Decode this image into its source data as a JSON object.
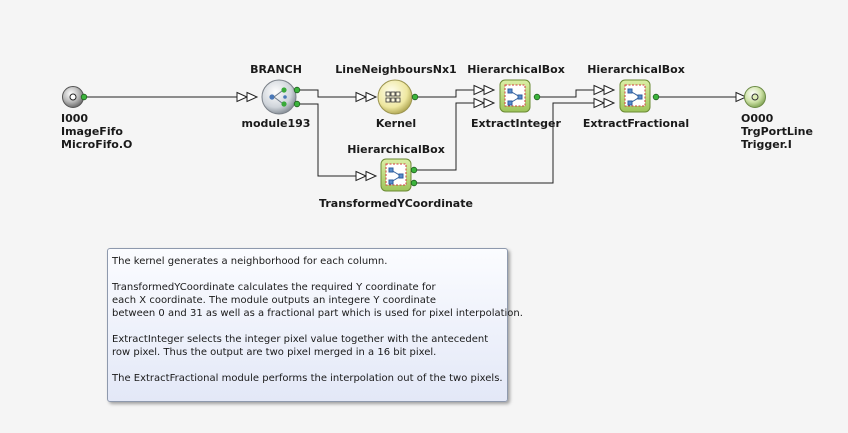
{
  "nodes": {
    "input": {
      "id": "I000",
      "name": "ImageFifo",
      "port": "MicroFifo.O"
    },
    "branch": {
      "type": "BRANCH",
      "name": "module193"
    },
    "kernel": {
      "type": "LineNeighboursNx1",
      "name": "Kernel"
    },
    "extract_integer": {
      "type": "HierarchicalBox",
      "name": "ExtractInteger"
    },
    "extract_fractional": {
      "type": "HierarchicalBox",
      "name": "ExtractFractional"
    },
    "transformed_y": {
      "type": "HierarchicalBox",
      "name": "TransformedYCoordinate"
    },
    "output": {
      "id": "O000",
      "name": "TrgPortLine",
      "port": "Trigger.I"
    }
  },
  "note": {
    "paragraphs": [
      "The kernel generates a neighborhood for each column.",
      "TransformedYCoordinate calculates the required Y coordinate for\neach X coordinate. The module outputs an integere Y coordinate\nbetween 0 and 31 as well as a fractional part which is used for pixel interpolation.",
      "ExtractInteger selects the integer pixel value together with the antecedent\nrow pixel. Thus the output are two pixel merged in a 16 bit pixel.",
      "The ExtractFractional module performs the interpolation out of the two pixels."
    ]
  },
  "colors": {
    "port_green": "#3cb43c",
    "module_yellow": "#eee7a0",
    "box_green": "#b9d86e",
    "wire": "#222222"
  }
}
